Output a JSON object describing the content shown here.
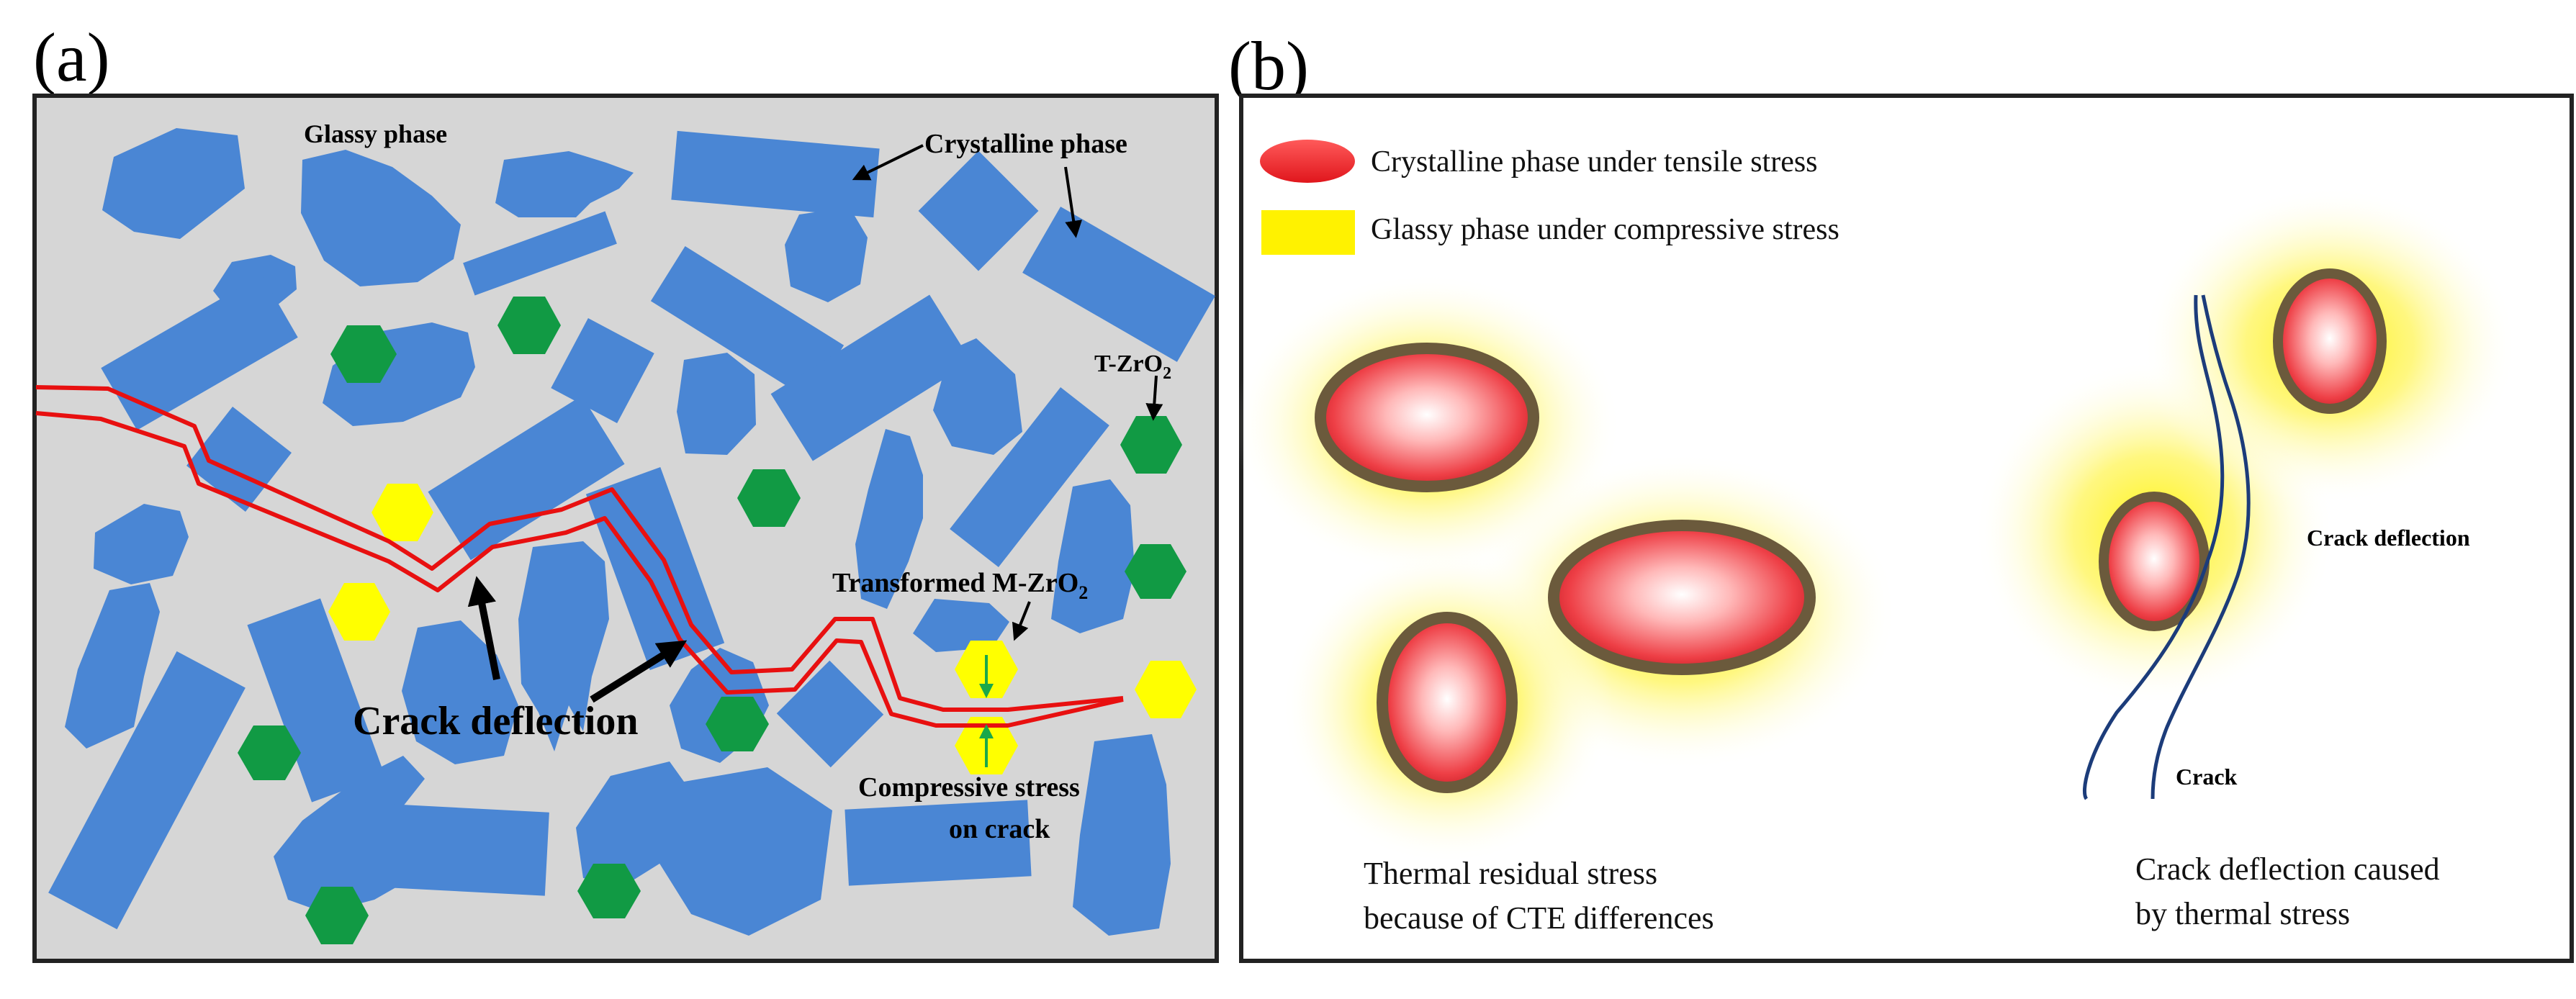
{
  "panels": {
    "a": {
      "label": "(a)",
      "glassy_phase": "Glassy phase",
      "crystalline_phase": "Crystalline phase",
      "t_zro2": "T-ZrO",
      "t_zro2_sub": "2",
      "transformed": "Transformed  M-ZrO",
      "transformed_sub": "2",
      "crack_deflection": "Crack deflection",
      "compressive_line1": "Compressive stress",
      "compressive_line2": "on crack"
    },
    "b": {
      "label": "(b)",
      "legend_red": "Crystalline phase under tensile stress",
      "legend_yellow": "Glassy phase under compressive stress",
      "crack_deflection": "Crack deflection",
      "crack": "Crack",
      "caption_left_1": "Thermal residual stress",
      "caption_left_2": "because of CTE differences",
      "caption_right_1": "Crack deflection caused",
      "caption_right_2": "by thermal stress"
    }
  },
  "colors": {
    "matrix": "#d6d6d6",
    "crystal": "#4a86d4",
    "tzro2": "#119a44",
    "mzro2": "#ffff00",
    "crack": "#e81010",
    "arrow_green": "#1aa84a",
    "ellipse_edge": "#6b5a3c",
    "crack_b": "#1c3c7a"
  }
}
